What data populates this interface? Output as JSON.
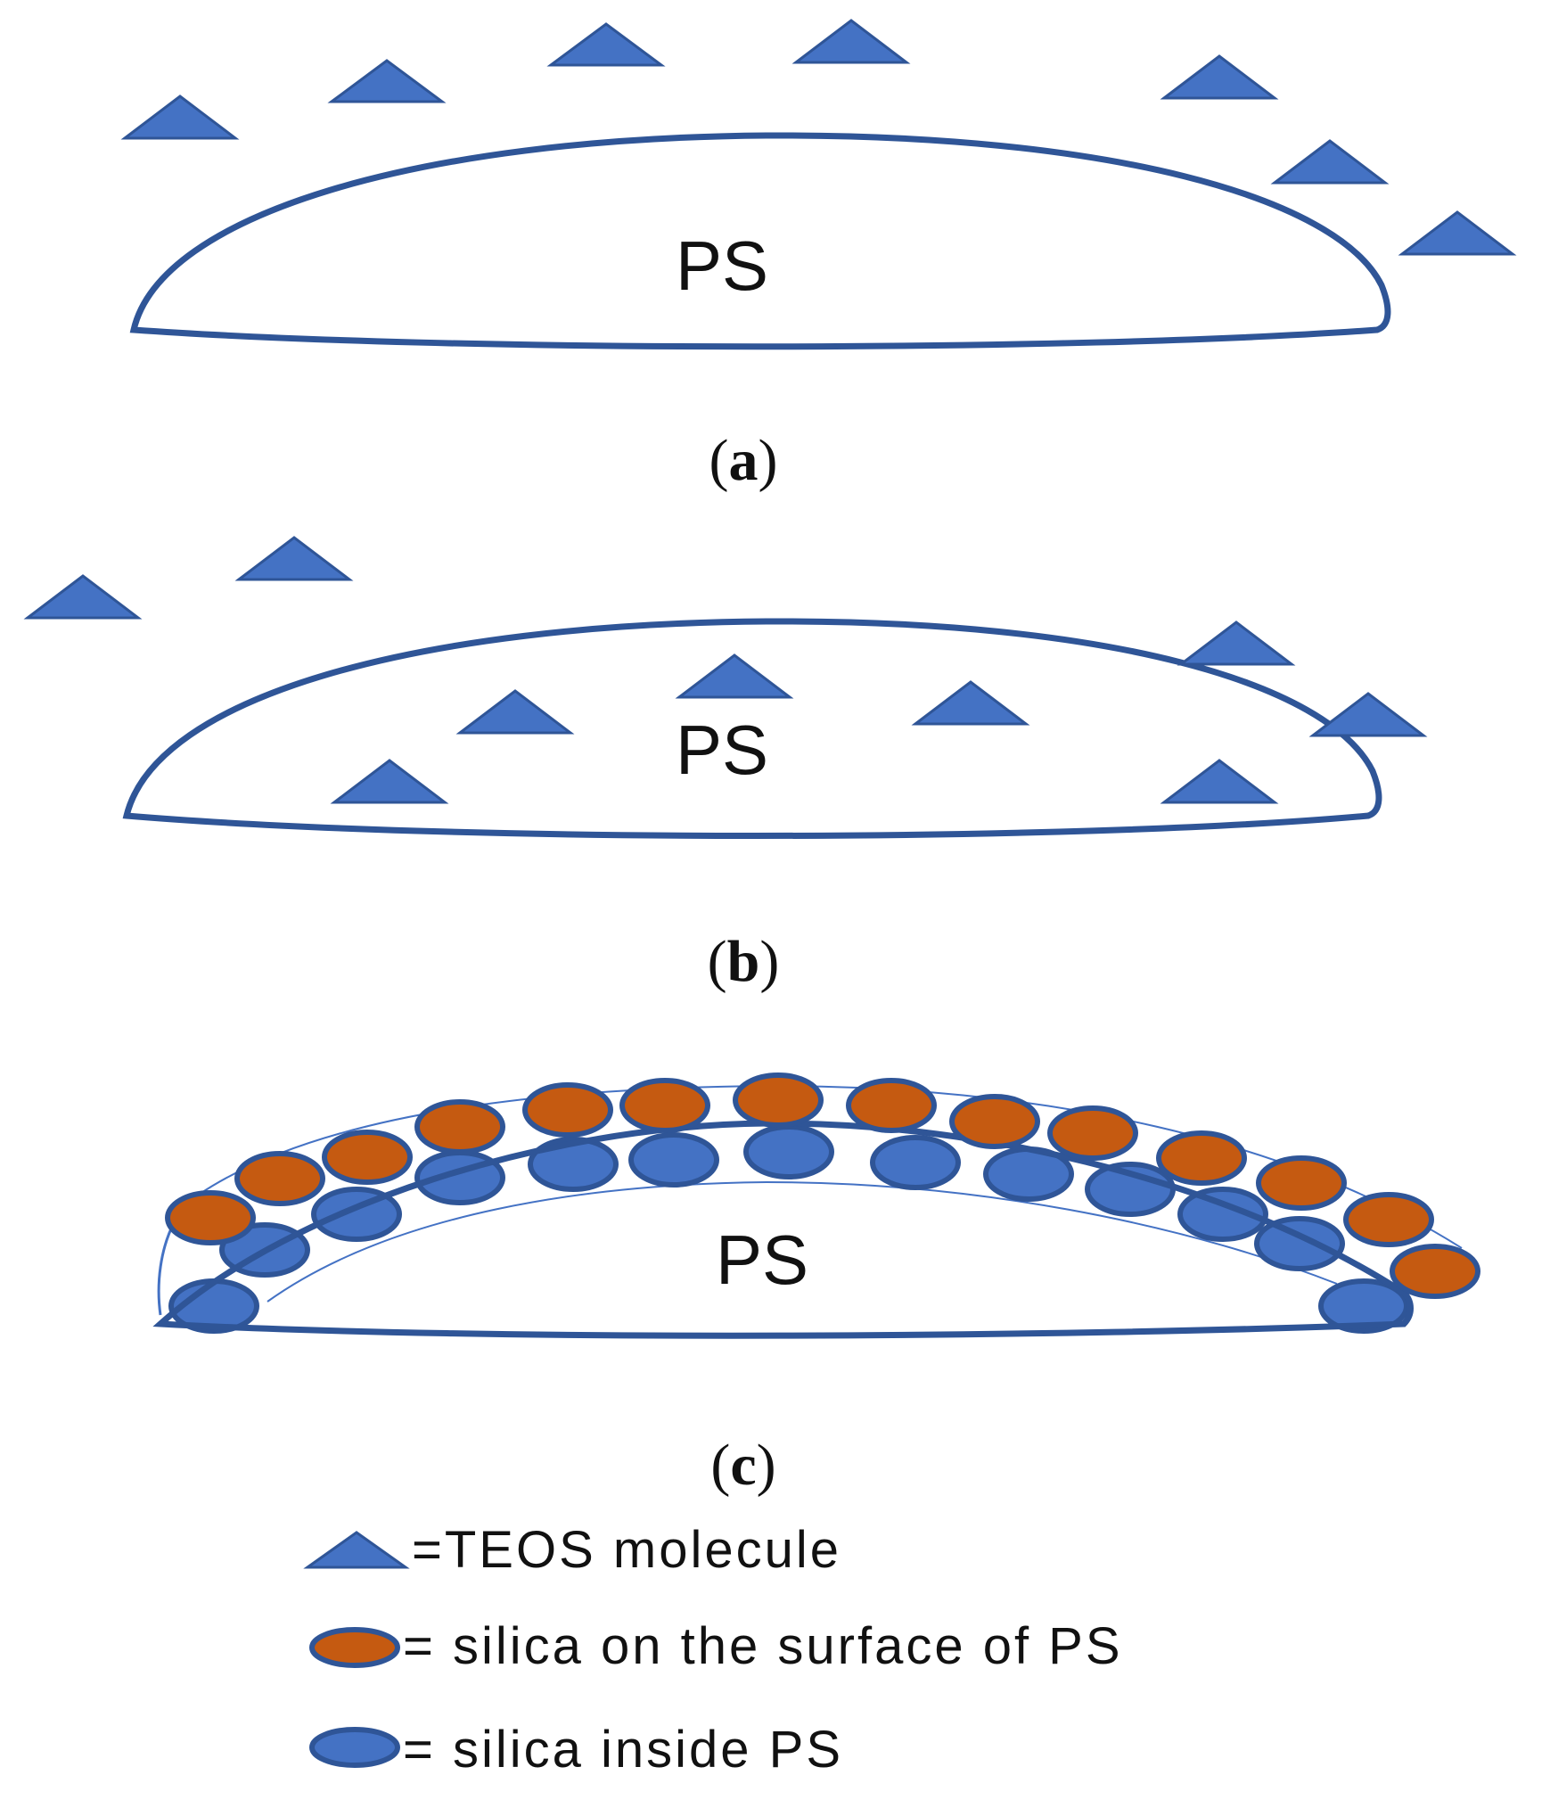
{
  "colors": {
    "outline": "#2f5597",
    "teos": "#4472c4",
    "silica_surface": "#c55a11",
    "silica_inside": "#4472c4"
  },
  "shapes": {
    "teos": "blue-triangle",
    "silica_surface": "orange-ellipse",
    "silica_inside": "blue-ellipse"
  },
  "panels": {
    "a": {
      "particle_label": "PS",
      "caption_open": "(",
      "caption_letter": "a",
      "caption_close": ")"
    },
    "b": {
      "particle_label": "PS",
      "caption_open": "(",
      "caption_letter": "b",
      "caption_close": ")"
    },
    "c": {
      "particle_label": "PS",
      "caption_open": "(",
      "caption_letter": "c",
      "caption_close": ")"
    }
  },
  "legend": {
    "teos": "=TEOS molecule",
    "silica_surface": "= silica on the surface of PS",
    "silica_inside": "= silica inside PS"
  }
}
